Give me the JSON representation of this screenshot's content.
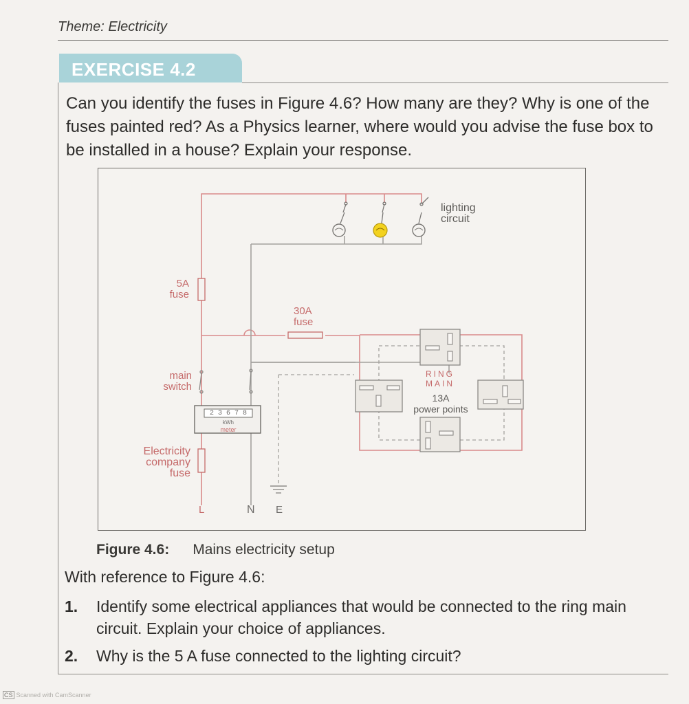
{
  "header": {
    "theme": "Theme: Electricity"
  },
  "exercise": {
    "title": "EXERCISE 4.2"
  },
  "intro": "Can you identify the fuses in Figure 4.6? How many are they? Why is one of the fuses painted red? As a Physics learner, where would you advise the fuse box to be installed in a house? Explain your response.",
  "figure": {
    "labels": {
      "lighting": "lighting\ncircuit",
      "fuse5": "5A\nfuse",
      "fuse30": "30A\nfuse",
      "main_switch": "main\nswitch",
      "company_fuse": "Electricity\ncompany\nfuse",
      "ring_main": "RING\nMAIN",
      "power_points": "13A\npower points",
      "meter_digits": "2 3 6 7 8",
      "meter_unit": "kWh",
      "meter_label": "meter",
      "L": "L",
      "N": "N",
      "E": "E"
    },
    "colors": {
      "live": "#d98a8a",
      "neutral": "#9a9895",
      "earth": "#9a9895",
      "bulb_lit": "#f3d21f"
    }
  },
  "caption": {
    "number": "Figure 4.6:",
    "text": "Mains electricity setup"
  },
  "reference": "With reference to Figure 4.6:",
  "questions": [
    {
      "num": "1.",
      "text": "Identify some electrical appliances that would be connected to the ring main circuit. Explain your choice of appliances."
    },
    {
      "num": "2.",
      "text": "Why is the 5 A fuse connected to the lighting circuit?"
    }
  ],
  "footer": {
    "scanner_badge": "CS",
    "scanner_text": "Scanned with CamScanner"
  }
}
